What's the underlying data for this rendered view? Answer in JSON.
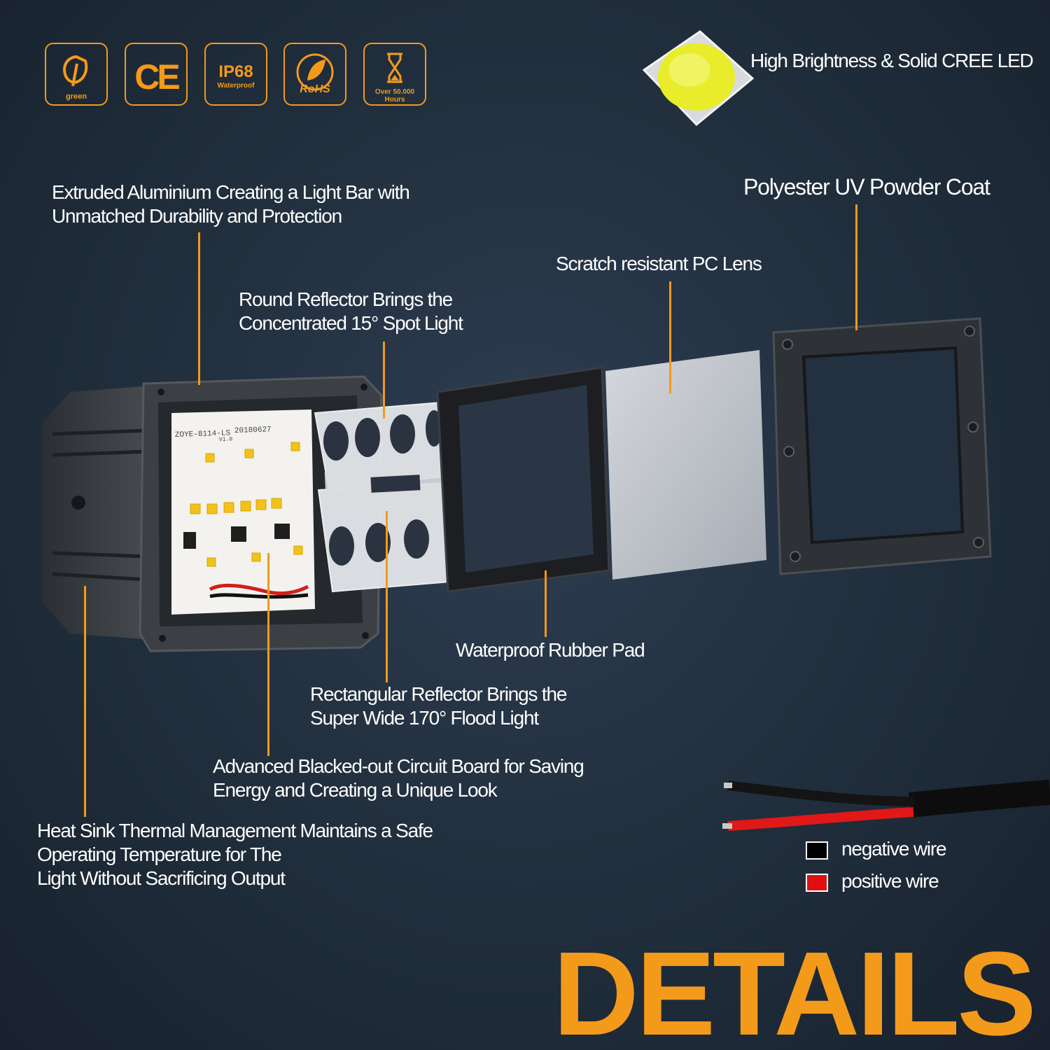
{
  "badges": {
    "green": "green",
    "ce": "CE",
    "ip68": "IP68",
    "waterproof": "Waterproof",
    "rohs": "RoHS",
    "hours": [
      "Over 50.000",
      "Hours"
    ]
  },
  "led_caption": "High Brightness & Solid CREE LED",
  "pcb_text": {
    "model": "ZOYE-8114-LS",
    "date": "20180627",
    "version": "V1.0"
  },
  "callouts": {
    "extruded": [
      "Extruded Aluminium Creating a Light Bar with",
      "Unmatched Durability and Protection"
    ],
    "powder_coat": "Polyester UV Powder Coat",
    "pc_lens": "Scratch resistant PC Lens",
    "round_reflector": [
      "Round Reflector Brings the",
      "Concentrated 15° Spot Light"
    ],
    "rubber_pad": "Waterproof Rubber Pad",
    "rect_reflector": [
      "Rectangular Reflector Brings the",
      "Super Wide 170° Flood Light"
    ],
    "circuit": [
      "Advanced Blacked-out Circuit Board for Saving",
      "Energy and Creating a Unique Look"
    ],
    "heat_sink": [
      "Heat Sink Thermal Management Maintains a Safe",
      "Operating Temperature for The",
      "Light Without Sacrificing Output"
    ]
  },
  "legend": [
    {
      "label": "negative wire",
      "color": "#000000"
    },
    {
      "label": "positive wire",
      "color": "#e01010"
    }
  ],
  "headline": "DETAILS",
  "colors": {
    "accent": "#f49a1a",
    "background": "#22303f",
    "text": "#ffffff"
  }
}
